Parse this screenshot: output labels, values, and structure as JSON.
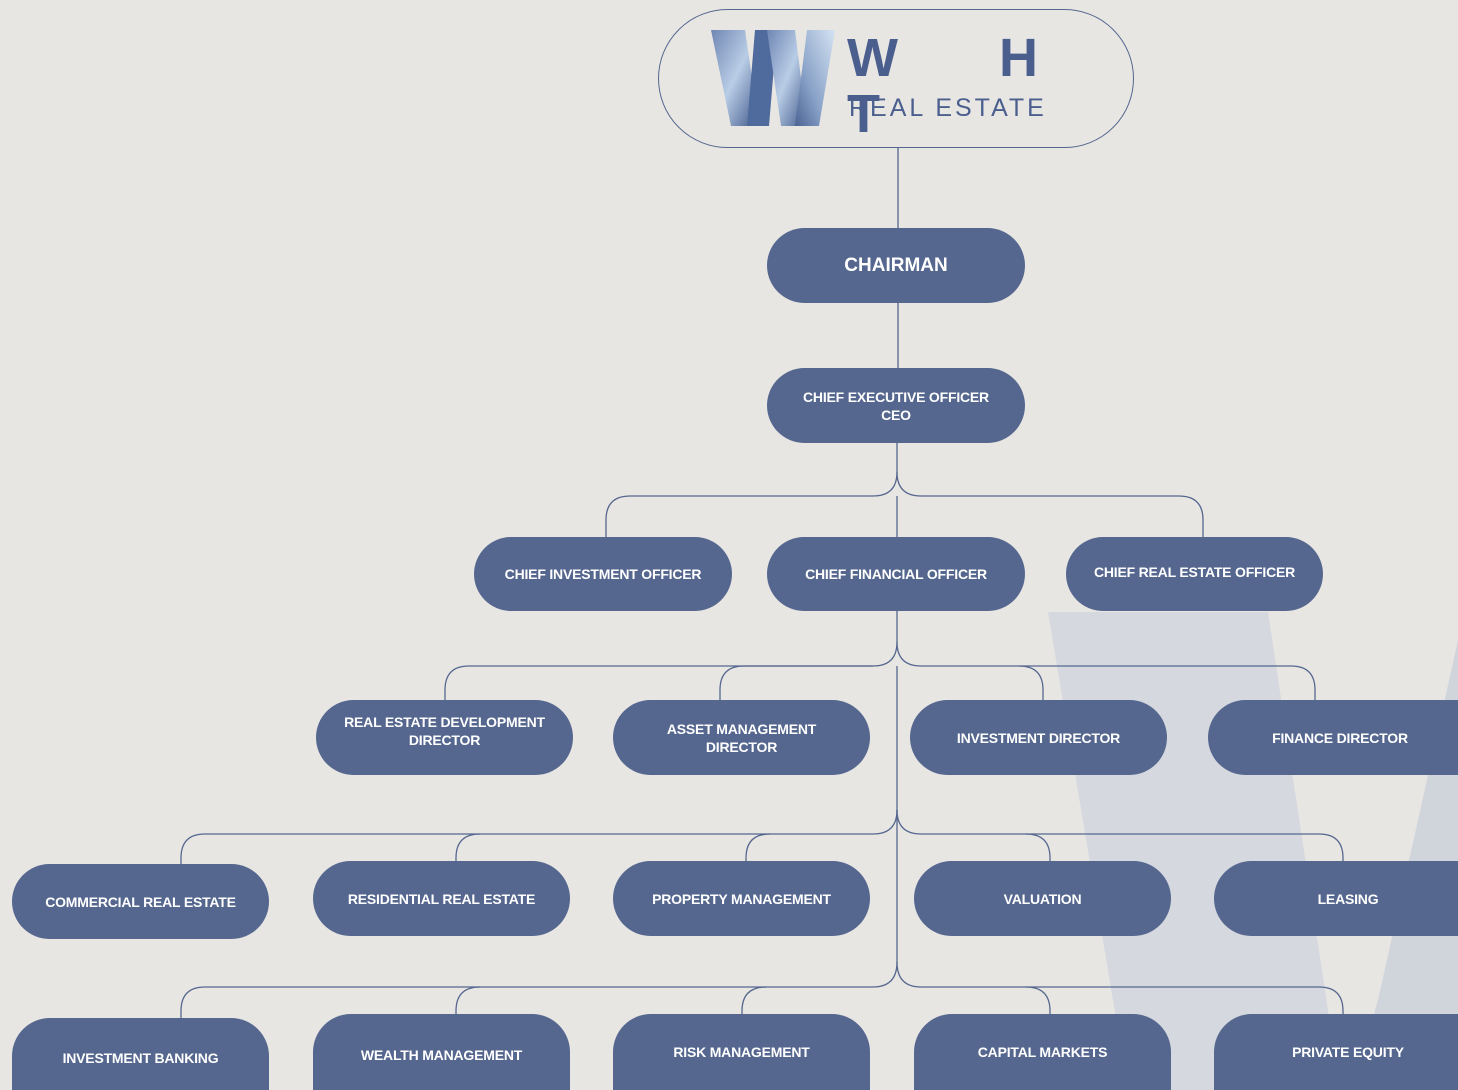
{
  "logo": {
    "name": "W H T",
    "subtitle": "REAL ESTATE"
  },
  "chairman": "CHAIRMAN",
  "ceo": "CHIEF EXECUTIVE OFFICER\nCEO",
  "chiefs": [
    "CHIEF INVESTMENT OFFICER",
    "CHIEF FINANCIAL OFFICER",
    "CHIEF REAL ESTATE OFFICER"
  ],
  "directors": [
    "REAL ESTATE DEVELOPMENT\nDIRECTOR",
    "ASSET MANAGEMENT\nDIRECTOR",
    "INVESTMENT DIRECTOR",
    "FINANCE DIRECTOR"
  ],
  "departments_row1": [
    "COMMERCIAL REAL ESTATE",
    "RESIDENTIAL REAL ESTATE",
    "PROPERTY MANAGEMENT",
    "VALUATION",
    "LEASING"
  ],
  "departments_row2": [
    "INVESTMENT BANKING",
    "WEALTH MANAGEMENT",
    "RISK MANAGEMENT",
    "CAPITAL MARKETS",
    "PRIVATE EQUITY"
  ],
  "colors": {
    "background": "#e8e6e3",
    "node": "#55678f",
    "node_text": "#ffffff",
    "line": "#55678f",
    "watermark": "#d3d6dd"
  }
}
